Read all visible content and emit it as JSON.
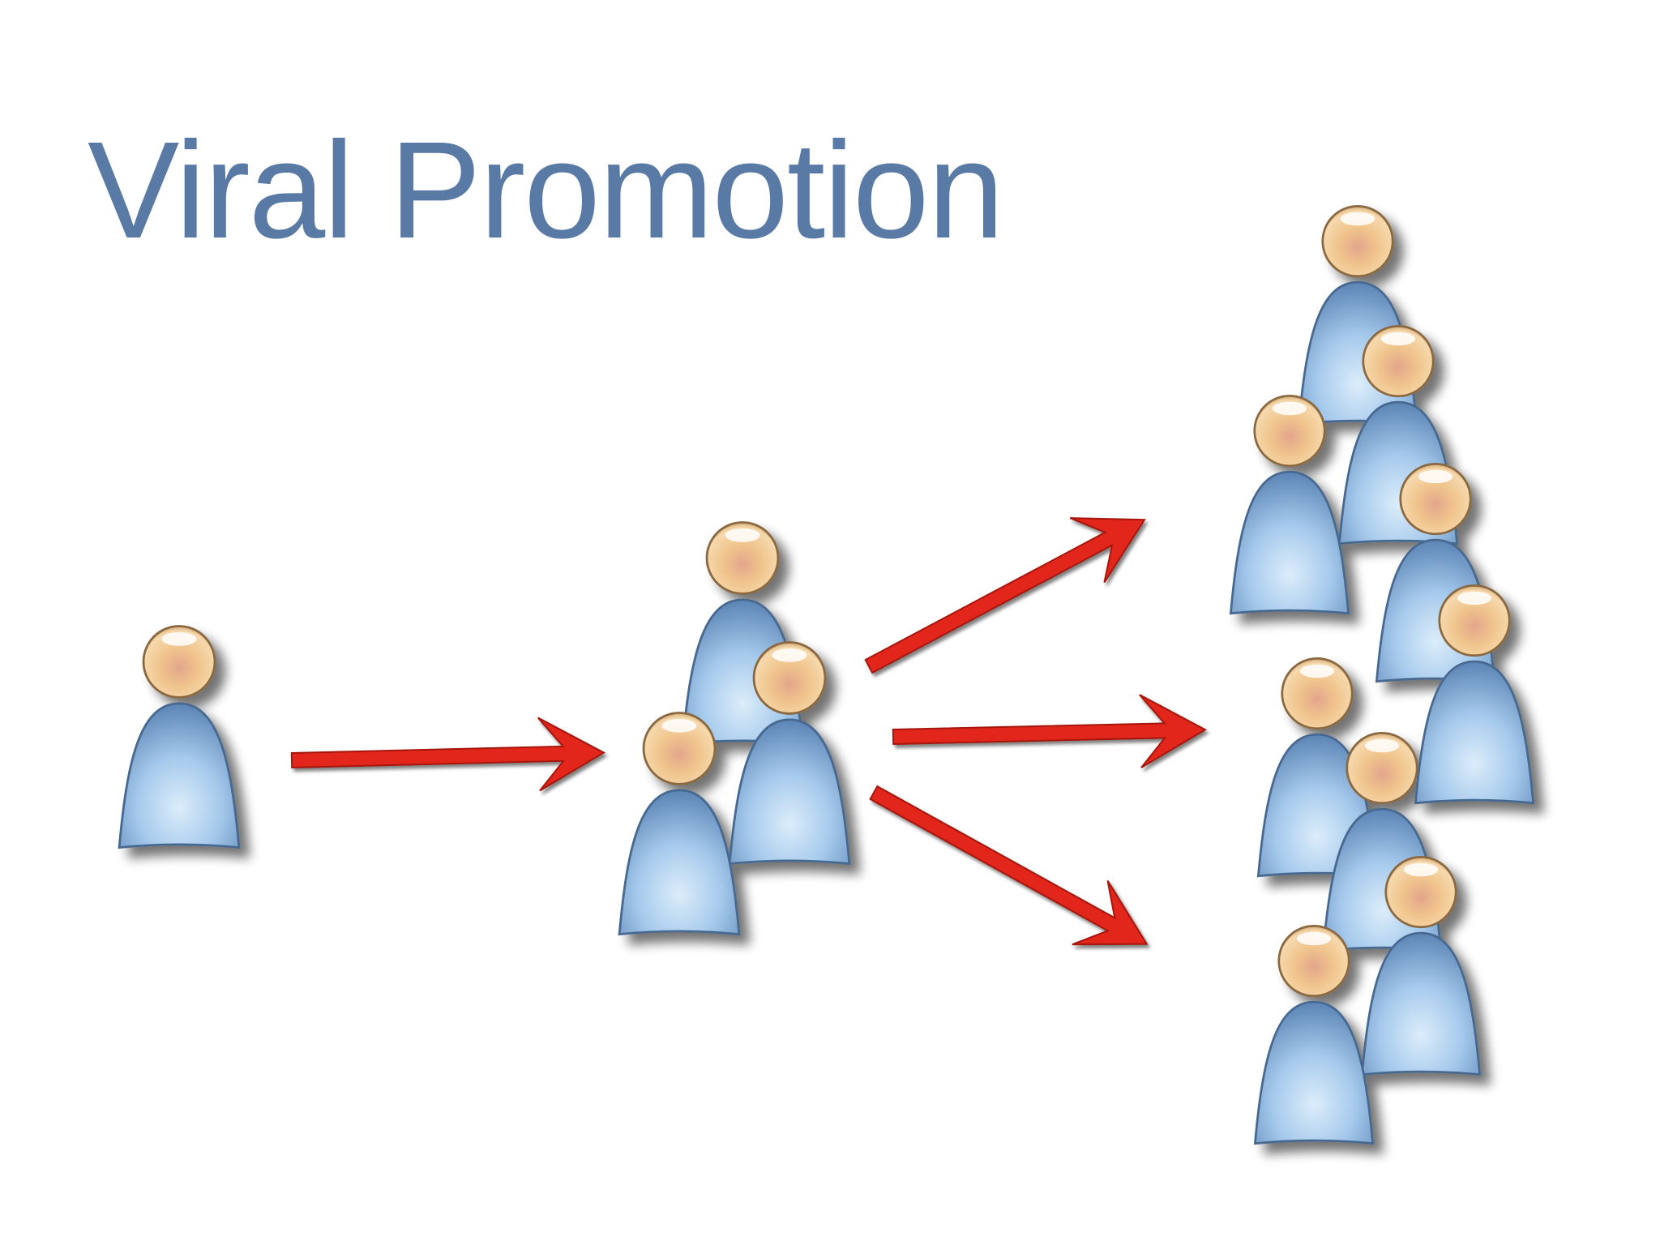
{
  "slide": {
    "title": "Viral Promotion"
  },
  "colors": {
    "title": "#5a7aa6",
    "arrow": "#e3271b",
    "head": "#f0c48c",
    "body": "#8fb9e2"
  },
  "diagram": {
    "groups": [
      {
        "name": "origin",
        "people": 1
      },
      {
        "name": "first-wave",
        "people": 3
      },
      {
        "name": "second-wave",
        "people": 9
      }
    ],
    "arrows": [
      {
        "from": "origin",
        "to": "first-wave"
      },
      {
        "from": "first-wave",
        "to": "second-wave"
      },
      {
        "from": "first-wave",
        "to": "second-wave"
      },
      {
        "from": "first-wave",
        "to": "second-wave"
      }
    ]
  }
}
